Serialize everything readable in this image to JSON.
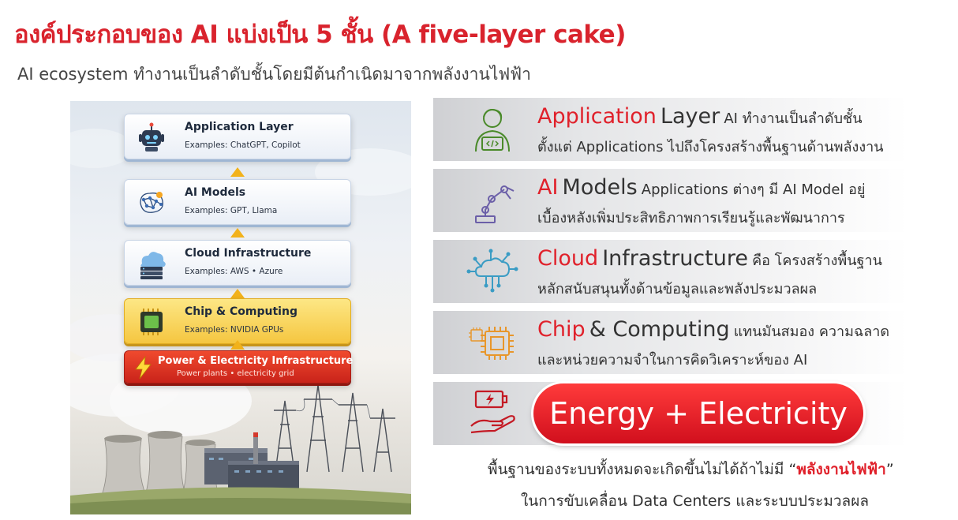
{
  "title": "องค์ประกอบของ AI แบ่งเป็น 5 ชั้น (A five-layer cake)",
  "subtitle": "AI ecosystem ทำงานเป็นลำดับชั้นโดยมีต้นกำเนิดมาจากพลังงานไฟฟ้า",
  "stack": [
    {
      "name": "Application Layer",
      "examples": "Examples: ChatGPT, Copilot",
      "icon": "robot-icon"
    },
    {
      "name": "AI Models",
      "examples": "Examples: GPT, Llama",
      "icon": "brain-network-icon"
    },
    {
      "name": "Cloud Infrastructure",
      "examples": "Examples: AWS • Azure",
      "icon": "cloud-server-icon"
    },
    {
      "name": "Chip & Computing",
      "examples": "Examples: NVIDIA GPUs",
      "icon": "chip-icon"
    },
    {
      "name": "Power & Electricity Infrastructure",
      "examples": "Power plants • electricity grid",
      "icon": "lightning-icon"
    }
  ],
  "layers": [
    {
      "red": "Application",
      "dark": "Layer",
      "desc1": "AI ทำงานเป็นลำดับชั้น",
      "line2": "ตั้งแต่ Applications ไปถึงโครงสร้างพื้นฐานด้านพลังงาน",
      "icon": "developer-person-icon",
      "icon_color": "#4a8a2a"
    },
    {
      "red": "AI",
      "dark": "Models",
      "desc1": "Applications ต่างๆ มี AI Model อยู่",
      "line2": "เบื้องหลังเพิ่มประสิทธิภาพการเรียนรู้และพัฒนาการ",
      "icon": "robot-arm-icon",
      "icon_color": "#6b5fa8"
    },
    {
      "red": "Cloud",
      "dark": "Infrastructure",
      "desc1": "คือ โครงสร้างพื้นฐาน",
      "line2": "หลักสนับสนุนทั้งด้านข้อมูลและพลังประมวลผล",
      "icon": "cloud-network-icon",
      "icon_color": "#3a9cc4"
    },
    {
      "red": "Chip",
      "dark": "& Computing",
      "desc1": "แทนมันสมอง ความฉลาด",
      "line2": "และหน่วยความจำในการคิดวิเคราะห์ของ AI",
      "icon": "cpu-chip-icon",
      "icon_color": "#e8962a"
    }
  ],
  "energy": {
    "label": "Energy + Electricity",
    "icon": "battery-hand-icon",
    "icon_color": "#c41a24"
  },
  "footer": {
    "line1_pre": "พื้นฐานของระบบทั้งหมดจะเกิดขึ้นไม่ได้ถ้าไม่มี “",
    "line1_highlight": "พลังงานไฟฟ้า",
    "line1_post": "”",
    "line2": "ในการขับเคลื่อน Data Centers และระบบประมวลผล"
  },
  "colors": {
    "accent_red": "#e0212b",
    "arrow_yellow": "#f2b21b"
  }
}
